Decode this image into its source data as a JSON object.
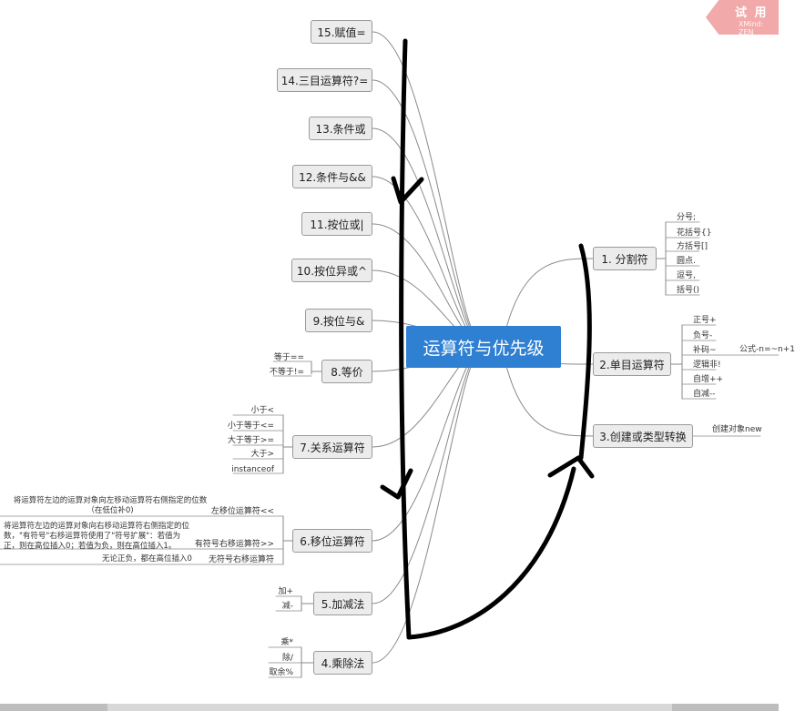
{
  "central_topic": "运算符与优先级",
  "left_topics": [
    {
      "label": "15.赋值="
    },
    {
      "label": "14.三目运算符?="
    },
    {
      "label": "13.条件或"
    },
    {
      "label": "12.条件与&&"
    },
    {
      "label": "11.按位或|"
    },
    {
      "label": "10.按位异或^"
    },
    {
      "label": "9.按位与&"
    },
    {
      "label": "8.等价",
      "children": [
        "等于==",
        "不等于!="
      ]
    },
    {
      "label": "7.关系运算符",
      "children": [
        "小于<",
        "小于等于<=",
        "大于等于>=",
        "大于>",
        "instanceof"
      ]
    },
    {
      "label": "6.移位运算符",
      "children": [
        "左移位运算符<<",
        "有符号右移运算符>>",
        "无符号右移运算符"
      ]
    },
    {
      "label": "5.加减法",
      "children": [
        "加+",
        "减-"
      ]
    },
    {
      "label": "4.乘除法",
      "children": [
        "乘*",
        "除/",
        "取余%"
      ]
    }
  ],
  "shift_notes": [
    "将运算符左边的运算对象向左移动运算符右侧指定的位数（在低位补0)",
    "将运算符左边的运算对象向右移动运算符右侧指定的位数，\"有符号\"右移运算符使用了\"符号扩展\"：若值为正，则在高位插入0；若值为负，则在高位插入1。",
    "无论正负，都在高位插入0"
  ],
  "right_topics": [
    {
      "label": "1. 分割符",
      "children": [
        "分号;",
        "花括号{}",
        "方括号[]",
        "圆点.",
        "逗号,",
        "括号()"
      ]
    },
    {
      "label": "2.单目运算符",
      "children": [
        "正号+",
        "负号-",
        "补码~",
        "逻辑非!",
        "自增++",
        "自减--"
      ],
      "formula": "公式-n=~n+1"
    },
    {
      "label": "3.创建或类型转换",
      "children": [
        "创建对象new"
      ]
    }
  ],
  "trial_badge": {
    "title": "试 用",
    "subtitle": "XMind: ZEN"
  },
  "colors": {
    "central": "#2f7fd3",
    "topic_fill": "#ececec",
    "topic_border": "#9a9a9a",
    "connector": "#8a8a8a",
    "ink": "#000000",
    "badge": "#f2a9a9"
  }
}
